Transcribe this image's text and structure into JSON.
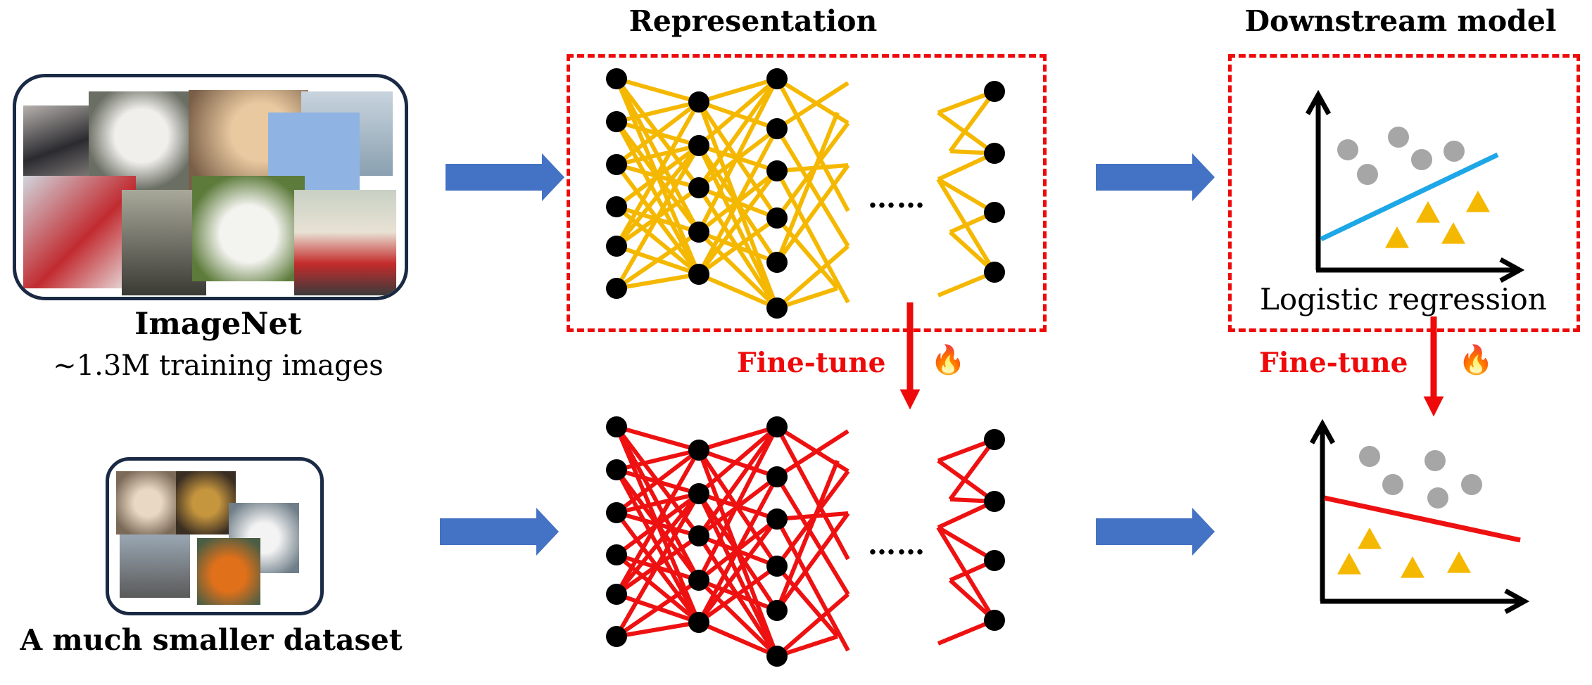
{
  "headers": {
    "representation": "Representation",
    "downstream": "Downstream model"
  },
  "imagenet": {
    "title": "ImageNet",
    "subtitle": "~1.3M training images"
  },
  "small_dataset": {
    "title": "A much smaller dataset"
  },
  "network": {
    "ellipsis_top": "……",
    "ellipsis_bottom": "……"
  },
  "downstream": {
    "label": "Logistic regression"
  },
  "finetune": {
    "left_label": "Fine-tune",
    "right_label": "Fine-tune",
    "icon": "fire-icon",
    "icon_glyph": "🔥"
  },
  "colors": {
    "arrow_blue": "#4472c4",
    "network_top": "#f5b800",
    "network_bottom": "#ee1111",
    "dashed_red": "#ee0a0a",
    "regression_line_top": "#1ea7e6",
    "regression_line_bottom": "#ee1111",
    "gray_point": "#a6a6a6",
    "triangle": "#f5b800"
  }
}
